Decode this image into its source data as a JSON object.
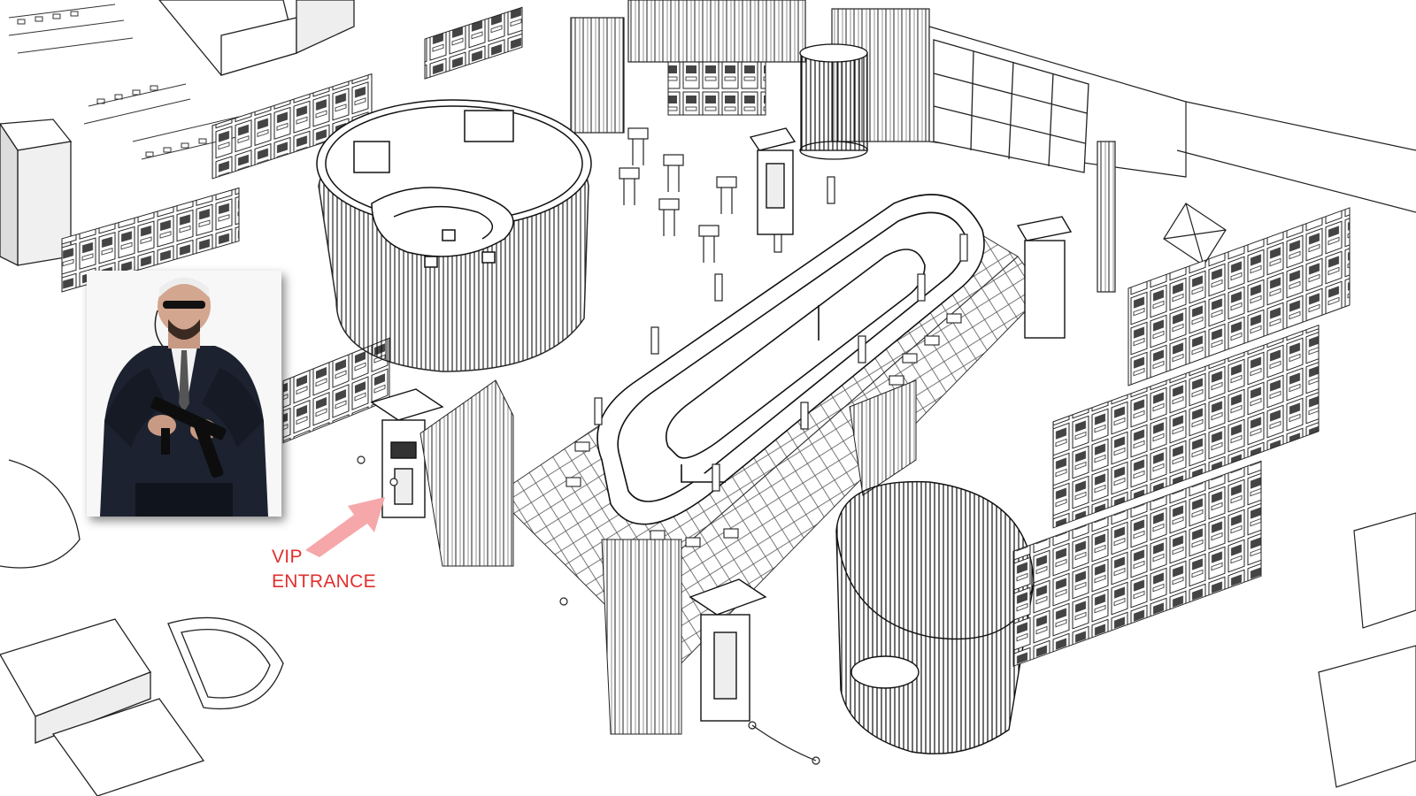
{
  "annotation": {
    "line1": "VIP",
    "line2": "ENTRANCE",
    "color": "#e0302e",
    "arrow_color": "#f6a7aa"
  },
  "inset_photo": {
    "subject": "security-guard",
    "frame": "white-border-drop-shadow"
  },
  "scene": {
    "style": "black-and-white isometric line drawing"
  }
}
